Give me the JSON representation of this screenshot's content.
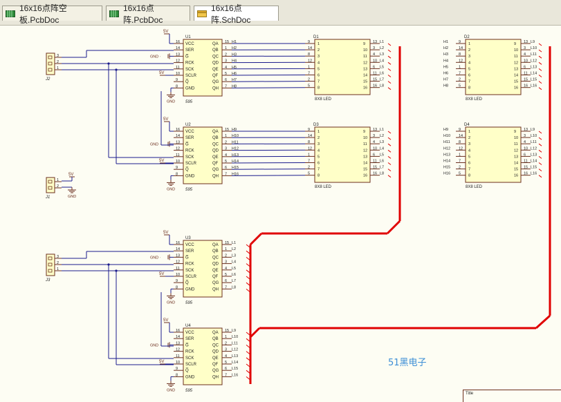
{
  "tabs": [
    {
      "label": "16x16点阵空板.PcbDoc",
      "icon": "pcb-doc-icon",
      "active": false
    },
    {
      "label": "16x16点阵.PcbDoc",
      "icon": "pcb-doc-icon",
      "active": false
    },
    {
      "label": "16x16点阵.SchDoc",
      "icon": "sch-doc-icon",
      "active": true
    }
  ],
  "colors": {
    "wire": "#1a1a8c",
    "pin": "#6b2d1c",
    "body": "#ffffc8",
    "bus": "#e00000",
    "label_blue": "#3c8ed6"
  },
  "power_label": "5V",
  "ground_label": "GND",
  "connectors": [
    {
      "name": "J2",
      "pins": [
        "3",
        "2",
        "1"
      ]
    },
    {
      "name": "J1",
      "pins": [
        "1",
        "2"
      ]
    },
    {
      "name": "J3",
      "pins": [
        "3",
        "2",
        "1"
      ]
    }
  ],
  "shift_registers": {
    "designators": [
      "U1",
      "U2",
      "U3",
      "U4"
    ],
    "part": "595",
    "left_pins": [
      {
        "num": "16",
        "name": "VCC"
      },
      {
        "num": "14",
        "name": "SER"
      },
      {
        "num": "13",
        "name": "G̅"
      },
      {
        "num": "12",
        "name": "RCK"
      },
      {
        "num": "11",
        "name": "SCK"
      },
      {
        "num": "10",
        "name": "SCLR"
      },
      {
        "num": "9",
        "name": "Q̅"
      },
      {
        "num": "8",
        "name": "GND"
      }
    ],
    "right_pins": [
      {
        "num": "15",
        "name": "QA"
      },
      {
        "num": "1",
        "name": "QB"
      },
      {
        "num": "2",
        "name": "QC"
      },
      {
        "num": "3",
        "name": "QD"
      },
      {
        "num": "4",
        "name": "QE"
      },
      {
        "num": "5",
        "name": "QF"
      },
      {
        "num": "6",
        "name": "QG"
      },
      {
        "num": "7",
        "name": "QH"
      }
    ],
    "net_labels": [
      [
        "H1",
        "H2",
        "H3",
        "H4",
        "H5",
        "H6",
        "H7",
        "H8"
      ],
      [
        "H9",
        "H10",
        "H11",
        "H12",
        "H13",
        "H14",
        "H15",
        "H16"
      ],
      [
        "L1",
        "L2",
        "L3",
        "L4",
        "L5",
        "L6",
        "L7",
        "L8"
      ],
      [
        "L9",
        "L10",
        "L11",
        "L12",
        "L13",
        "L14",
        "L15",
        "L16"
      ]
    ]
  },
  "led_matrices": {
    "designators": [
      "D1",
      "D2",
      "D3",
      "D4"
    ],
    "part": "8X8 LED",
    "left_pin_nums": [
      "1",
      "2",
      "3",
      "4",
      "5",
      "6",
      "7",
      "8"
    ],
    "right_pin_nums": [
      "9",
      "10",
      "11",
      "12",
      "13",
      "14",
      "15",
      "16"
    ],
    "left_pin_assign": [
      "9",
      "14",
      "8",
      "12",
      "1",
      "7",
      "2",
      "5"
    ],
    "right_pin_assign": [
      "13",
      "3",
      "4",
      "10",
      "6",
      "11",
      "15",
      "16"
    ],
    "row_labels": [
      [
        "H1",
        "H2",
        "H3",
        "H4",
        "H5",
        "H6",
        "H7",
        "H8"
      ],
      [
        "H1",
        "H2",
        "H3",
        "H4",
        "H5",
        "H6",
        "H7",
        "H8"
      ],
      [
        "H9",
        "H10",
        "H11",
        "H12",
        "H13",
        "H14",
        "H15",
        "H16"
      ],
      [
        "H9",
        "H10",
        "H11",
        "H12",
        "H13",
        "H14",
        "H15",
        "H16"
      ]
    ],
    "col_labels": [
      [
        "L1",
        "L2",
        "L3",
        "L4",
        "L5",
        "L6",
        "L7",
        "L8"
      ],
      [
        "L9",
        "L10",
        "L11",
        "L12",
        "L13",
        "L14",
        "L15",
        "L16"
      ],
      [
        "L1",
        "L2",
        "L3",
        "L4",
        "L5",
        "L6",
        "L7",
        "L8"
      ],
      [
        "L9",
        "L10",
        "L11",
        "L12",
        "L13",
        "L14",
        "L15",
        "L16"
      ]
    ]
  },
  "watermark": "51黑电子",
  "title_block": {
    "label": "Title"
  }
}
